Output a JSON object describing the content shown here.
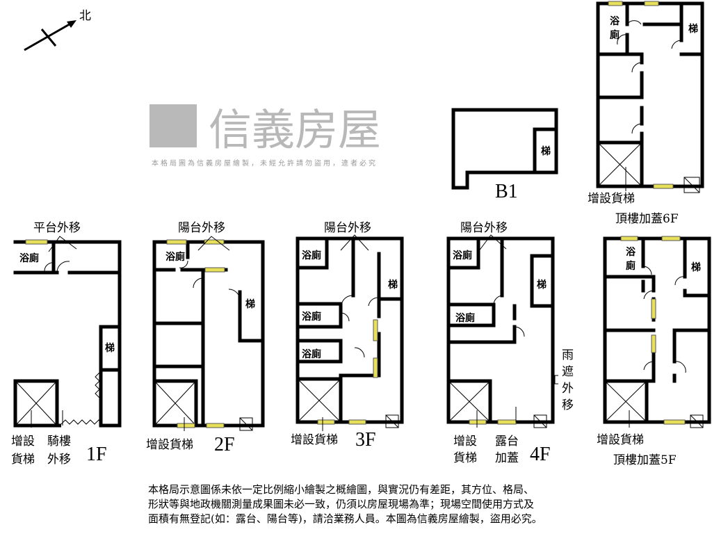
{
  "compass": {
    "label": "北"
  },
  "watermark": {
    "brand": "信義房屋",
    "notice": "本格局圖為信義房屋繪製，未經允許請勿盜用，違者必究"
  },
  "floors": {
    "f1": {
      "name": "1F",
      "bath": "浴廁",
      "stairs": "梯",
      "top_note": "平台外移",
      "elevator": [
        "增設",
        "貨梯"
      ],
      "arcade": [
        "騎樓",
        "外移"
      ]
    },
    "f2": {
      "name": "2F",
      "bath": "浴廁",
      "stairs": "梯",
      "top_note": "陽台外移",
      "elevator": "增設貨梯"
    },
    "f3": {
      "name": "3F",
      "bath": "浴廁",
      "stairs": "梯",
      "top_note": "陽台外移",
      "elevator": "增設貨梯"
    },
    "f4": {
      "name": "4F",
      "bath": "浴廁",
      "stairs": "梯",
      "top_note": "陽台外移",
      "elevator": [
        "增設",
        "貨梯"
      ],
      "terrace": [
        "露台",
        "加蓋"
      ],
      "canopy": [
        "雨",
        "遮",
        "外",
        "移"
      ]
    },
    "f5": {
      "name": "頂樓加蓋5F",
      "bath": [
        "浴",
        "廁"
      ],
      "stairs": "梯",
      "elevator": "增設貨梯"
    },
    "f6": {
      "name": "頂樓加蓋6F",
      "bath": [
        "浴",
        "廁"
      ],
      "stairs": "梯",
      "elevator": "增設貨梯"
    },
    "b1": {
      "name": "B1",
      "stairs": "梯"
    }
  },
  "disclaimer": [
    "本格局示意圖係未依一定比例縮小繪製之概繪圖，與實況仍有差距，其方位、格局、",
    "形狀等與地政機關測量成果圖未必一致，仍須以房屋現場為準；現場空間使用方式及",
    "面積有無登記(如：露台、陽台等)，請洽業務人員。本圖為信義房屋繪製，盜用必究。"
  ]
}
